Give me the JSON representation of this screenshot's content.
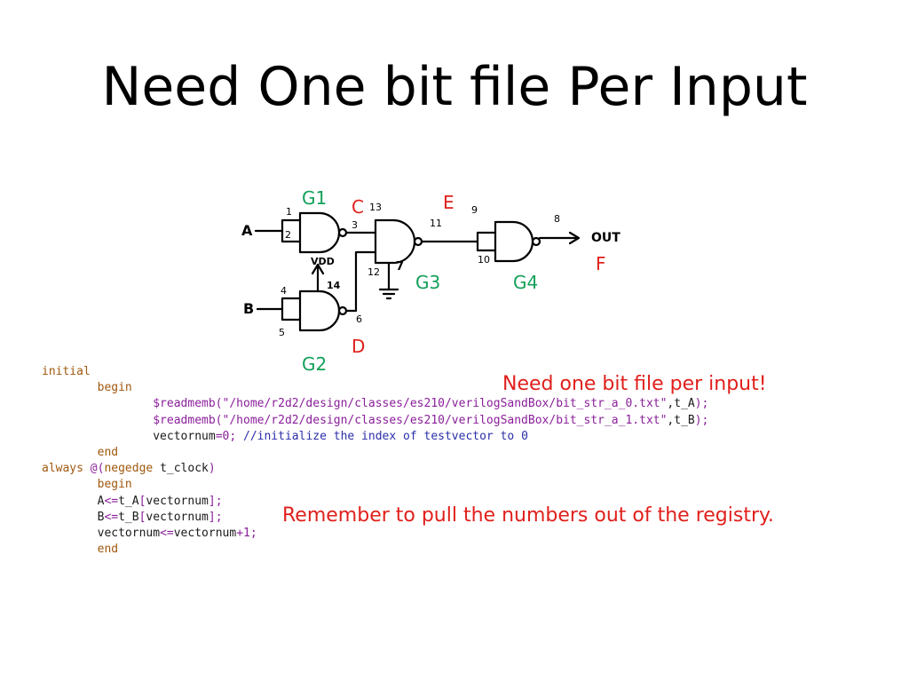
{
  "slide": {
    "title": "Need One bit file Per Input"
  },
  "colors": {
    "annotation_red": "#e0201c",
    "gate_label_green": "#13a05a",
    "keyword": "#a0580e",
    "string": "#8a1f9a",
    "comment": "#2b2fa8"
  },
  "circuit": {
    "input_a": "A",
    "input_b": "B",
    "output": "OUT",
    "vdd": "VDD",
    "pins": {
      "p1": "1",
      "p2": "2",
      "p3": "3",
      "p4": "4",
      "p5": "5",
      "p6": "6",
      "p7": "7",
      "p8": "8",
      "p9": "9",
      "p10": "10",
      "p11": "11",
      "p12": "12",
      "p13": "13",
      "p14": "14"
    },
    "gate_labels": {
      "g1": "G1",
      "g2": "G2",
      "g3": "G3",
      "g4": "G4"
    },
    "node_labels": {
      "c": "C",
      "d": "D",
      "e": "E",
      "f": "F"
    }
  },
  "notes": {
    "bit_file": "Need one bit file per input!",
    "registry": "Remember to pull the numbers out of the registry."
  },
  "code": {
    "l1_kw": "initial",
    "l2_kw": "begin",
    "l3_fn": "$readmemb(",
    "l3_str": "\"/home/r2d2/design/classes/es210/verilogSandBox/bit_str_a_0.txt\"",
    "l3_rest": ",t_A",
    "l3_end": ");",
    "l4_fn": "$readmemb(",
    "l4_str": "\"/home/r2d2/design/classes/es210/verilogSandBox/bit_str_a_1.txt\"",
    "l4_rest": ",t_B",
    "l4_end": ");",
    "l5_id": "vectornum",
    "l5_op": "=",
    "l5_num": "0",
    "l5_semi": "; ",
    "l5_cmt": "//initialize the index of testvector to 0",
    "l6_kw": "end",
    "l7_kw": "always",
    "l7_at": "@(",
    "l7_kw2": "negedge",
    "l7_id": " t_clock",
    "l7_close": ")",
    "l8_kw": "begin",
    "l9_id": "A",
    "l9_op": "<=",
    "l9_id2": "t_A",
    "l9_br1": "[",
    "l9_idx": "vectornum",
    "l9_br2": "];",
    "l10_id": "B",
    "l10_op": "<=",
    "l10_id2": "t_B",
    "l10_br1": "[",
    "l10_idx": "vectornum",
    "l10_br2": "];",
    "l11_id": "vectornum",
    "l11_op": "<=",
    "l11_id2": "vectornum",
    "l11_plus": "+",
    "l11_num": "1",
    "l11_semi": ";",
    "l12_kw": "end"
  }
}
